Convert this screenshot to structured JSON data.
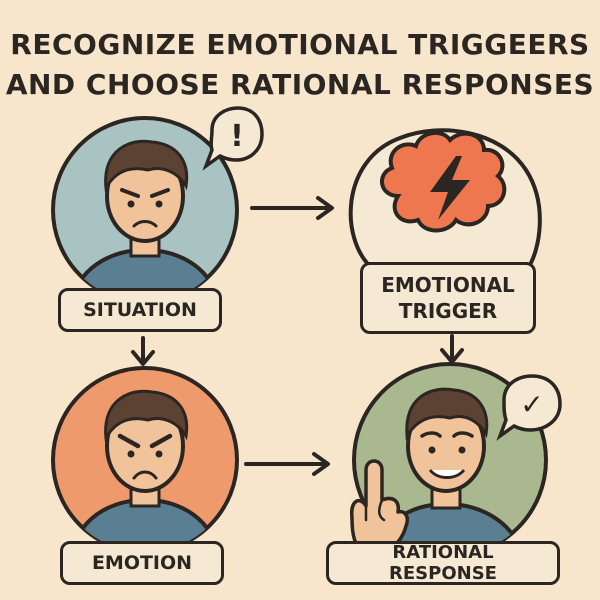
{
  "title": {
    "line1": "RECOGNIZE EMOTIONAL TRIGGEERS",
    "line2": "AND CHOOSE RATIONAL RESPONSES"
  },
  "steps": {
    "situation": {
      "label": "SITUATION",
      "circle_color": "#a9c2c2",
      "icon": "exclamation-speech-bubble-icon"
    },
    "trigger": {
      "label_line1": "EMOTIONAL",
      "label_line2": "TRIGGER",
      "cloud_color": "#ee7750",
      "icon": "lightning-bolt-icon"
    },
    "emotion": {
      "label": "EMOTION",
      "circle_color": "#ee9a6c"
    },
    "response": {
      "label": "RATIONAL RESPONSE",
      "circle_color": "#a9b88e",
      "icon": "checkmark-speech-bubble-icon"
    }
  },
  "speech_bubbles": {
    "alert_text": "!",
    "check_text": "✓"
  },
  "colors": {
    "background": "#f7e6cc",
    "ink": "#2b2622",
    "skin": "#f1c39b",
    "hair": "#5b4232",
    "shirt": "#5b7f92"
  }
}
